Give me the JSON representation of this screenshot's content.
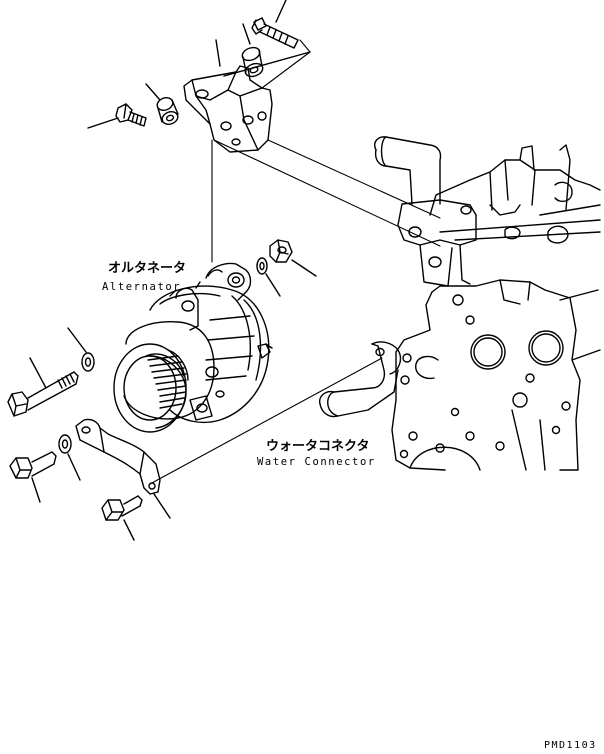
{
  "labels": {
    "alternator_jp": "オルタネータ",
    "alternator_en": "Alternator",
    "water_connector_jp": "ウォータコネクタ",
    "water_connector_en": "Water Connector"
  },
  "drawing_code": "PMD1103",
  "parts": [
    {
      "name": "upper-bolt"
    },
    {
      "name": "upper-spacer"
    },
    {
      "name": "mounting-bracket"
    },
    {
      "name": "collar"
    },
    {
      "name": "bracket-bolt"
    },
    {
      "name": "nut"
    },
    {
      "name": "washer"
    },
    {
      "name": "alternator"
    },
    {
      "name": "long-bolt"
    },
    {
      "name": "washer"
    },
    {
      "name": "lower-bolt"
    },
    {
      "name": "washer"
    },
    {
      "name": "adjusting-plate"
    },
    {
      "name": "short-bolt"
    },
    {
      "name": "water-connector"
    },
    {
      "name": "engine-block"
    }
  ]
}
